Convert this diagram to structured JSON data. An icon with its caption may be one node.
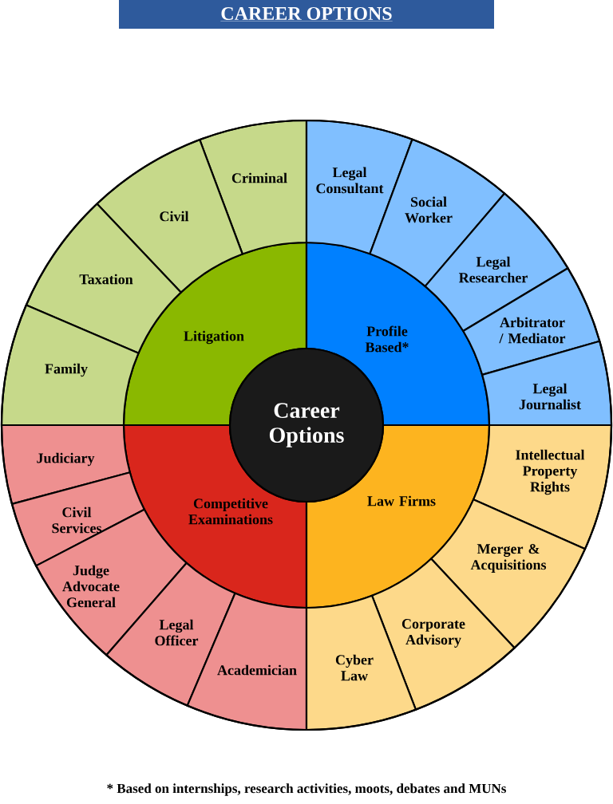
{
  "diagram": {
    "title": "CAREER OPTIONS",
    "caption": "* Based on internships, research activities, moots, debates and MUNs",
    "nodes": [
      {
        "text": [
          "Career Options"
        ]
      },
      {
        "text": [
          "Litigation"
        ]
      },
      {
        "text": [
          "Profile Based*"
        ]
      },
      {
        "text": [
          "Competitive Examinations"
        ]
      },
      {
        "text": [
          "Law Firms"
        ]
      },
      {
        "text": [
          "Criminal"
        ]
      },
      {
        "text": [
          "Civil"
        ]
      },
      {
        "text": [
          "Taxation"
        ]
      },
      {
        "text": [
          "Family"
        ]
      },
      {
        "text": [
          "Legal Consultant"
        ]
      },
      {
        "text": [
          "Social Worker"
        ]
      },
      {
        "text": [
          "Legal Researcher"
        ]
      },
      {
        "text": [
          "Arbitrator / Mediator"
        ]
      },
      {
        "text": [
          "Legal Journalist"
        ]
      },
      {
        "text": [
          "Judiciary"
        ]
      },
      {
        "text": [
          "Civil Services"
        ]
      },
      {
        "text": [
          "Judge Advocate General"
        ]
      },
      {
        "text": [
          "Legal Officer"
        ]
      },
      {
        "text": [
          "Academician"
        ]
      },
      {
        "text": [
          "Intellectual Property Rights"
        ]
      },
      {
        "text": [
          "Merger & Acquisitions"
        ]
      },
      {
        "text": [
          "Corporate Advisory"
        ]
      },
      {
        "text": [
          "Cyber Law"
        ]
      }
    ]
  }
}
